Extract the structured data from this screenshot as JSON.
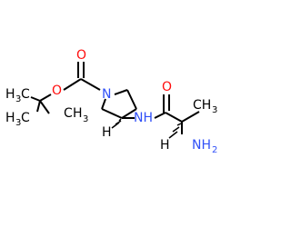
{
  "colors": {
    "bond": "#000000",
    "carbon_hydrogen": "#000000",
    "oxygen": "#ff0d0d",
    "nitrogen": "#3050f8"
  },
  "atoms": {
    "o_carbonyl_top": "O",
    "o_ester": "O",
    "n_ring": "N",
    "h3c_left": "H",
    "h3c_left_sub": "3",
    "h3c_left_c": "C",
    "ch3_right_c": "C",
    "ch3_right_h": "H",
    "ch3_right_sub": "3",
    "h3c_bottom": "H",
    "h3c_bottom_sub": "3",
    "h3c_bottom_c": "C",
    "stereo_h_ring": "H",
    "nh_amide": "NH",
    "o_amide": "O",
    "stereo_h_chain": "H",
    "nh2_n": "NH",
    "nh2_sub": "2"
  }
}
